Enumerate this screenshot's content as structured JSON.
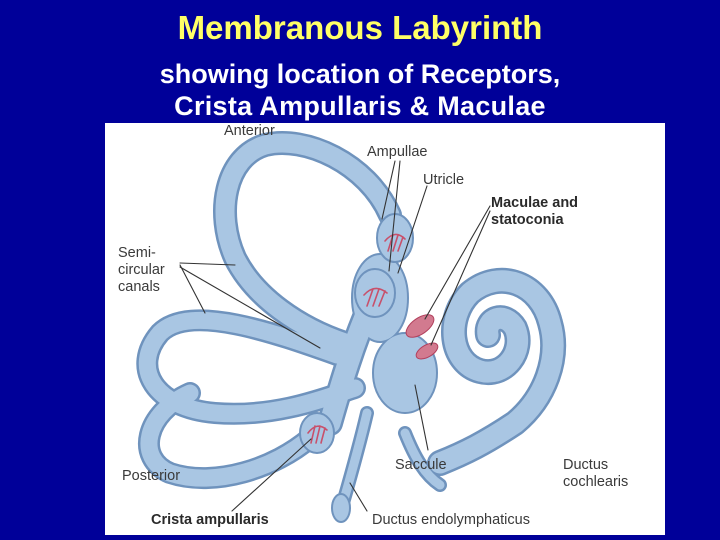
{
  "slide": {
    "title": "Membranous Labyrinth",
    "subtitle_line1": "showing location of Receptors,",
    "subtitle_line2": "Crista Ampullaris  &   Maculae"
  },
  "colors": {
    "background": "#000099",
    "title": "#ffff66",
    "subtitle": "#ffffff",
    "labyrinth": "#a9c6e3",
    "labyrinth_outline": "#6f93bd",
    "receptor": "#c8506b"
  },
  "diagram": {
    "labels": {
      "anterior": "Anterior",
      "ampullae": "Ampullae",
      "utricle": "Utricle",
      "maculae": "Maculae and\nstatoconia",
      "semicircular": "Semi-\ncircular\ncanals",
      "posterior": "Posterior",
      "saccule": "Saccule",
      "ductus_cochlearis": "Ductus\ncochlearis",
      "crista_ampullaris": "Crista ampullaris",
      "ductus_endolymphaticus": "Ductus endolymphaticus"
    }
  }
}
